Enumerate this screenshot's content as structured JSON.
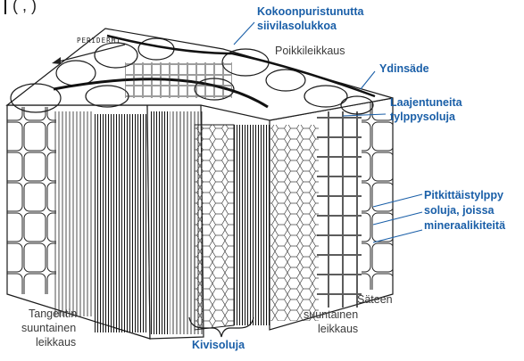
{
  "labels": {
    "top_cut": "(         ,         )",
    "peridermi": "PERIDERMI",
    "kokoon_1": "Kokoonpuristunutta",
    "kokoon_2": "siivilasolukkoa",
    "poikki": "Poikkileikkaus",
    "ydinsade": "Ydinsäde",
    "laaj_1": "Laajentuneita",
    "laaj_2": "tylppysoluja",
    "pitk_1": "Pitkittäistylppy",
    "pitk_2": "soluja, joissa",
    "pitk_3": "mineraalikiteitä",
    "tang_1": "Tangentin",
    "tang_2": "suuntainen",
    "tang_3": "leikkaus",
    "sat_1": "Säteen",
    "sat_2": "suuntainen",
    "sat_3": "leikkaus",
    "kivi": "Kivisoluja"
  },
  "colors": {
    "label_blue": "#1a5fa8",
    "label_dark": "#3a3a3a",
    "ink": "#1b1b1b"
  }
}
